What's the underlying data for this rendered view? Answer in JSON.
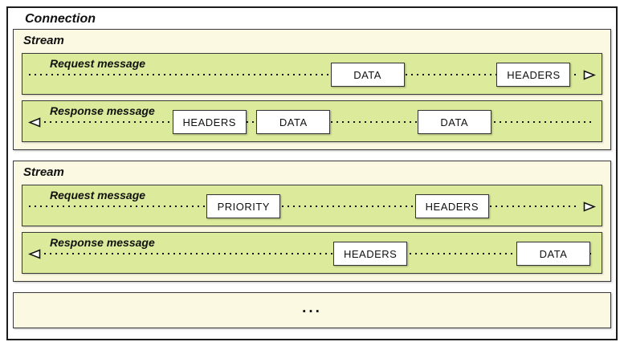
{
  "connection": {
    "label": "Connection"
  },
  "streams": [
    {
      "label": "Stream",
      "messages": [
        {
          "label": "Request message",
          "direction": "right",
          "frames": [
            {
              "label": "DATA",
              "left_pct": 53.2
            },
            {
              "label": "HEADERS",
              "left_pct": 81.9
            }
          ]
        },
        {
          "label": "Response message",
          "direction": "left",
          "frames": [
            {
              "label": "HEADERS",
              "left_pct": 25.9
            },
            {
              "label": "DATA",
              "left_pct": 40.4
            },
            {
              "label": "DATA",
              "left_pct": 68.2
            }
          ]
        }
      ]
    },
    {
      "label": "Stream",
      "messages": [
        {
          "label": "Request message",
          "direction": "right",
          "frames": [
            {
              "label": "PRIORITY",
              "left_pct": 31.8
            },
            {
              "label": "HEADERS",
              "left_pct": 67.8
            }
          ]
        },
        {
          "label": "Response message",
          "direction": "left",
          "frames": [
            {
              "label": "HEADERS",
              "left_pct": 53.7
            },
            {
              "label": "DATA",
              "left_pct": 85.3
            }
          ]
        }
      ]
    }
  ],
  "more_streams": {
    "label": "..."
  },
  "colors": {
    "connection_bg": "#ffffff",
    "stream_bg": "#fbf9e1",
    "message_bg": "#dcea9b",
    "frame_bg": "#ffffff",
    "border": "#1c1c1c",
    "line": "#141414"
  }
}
